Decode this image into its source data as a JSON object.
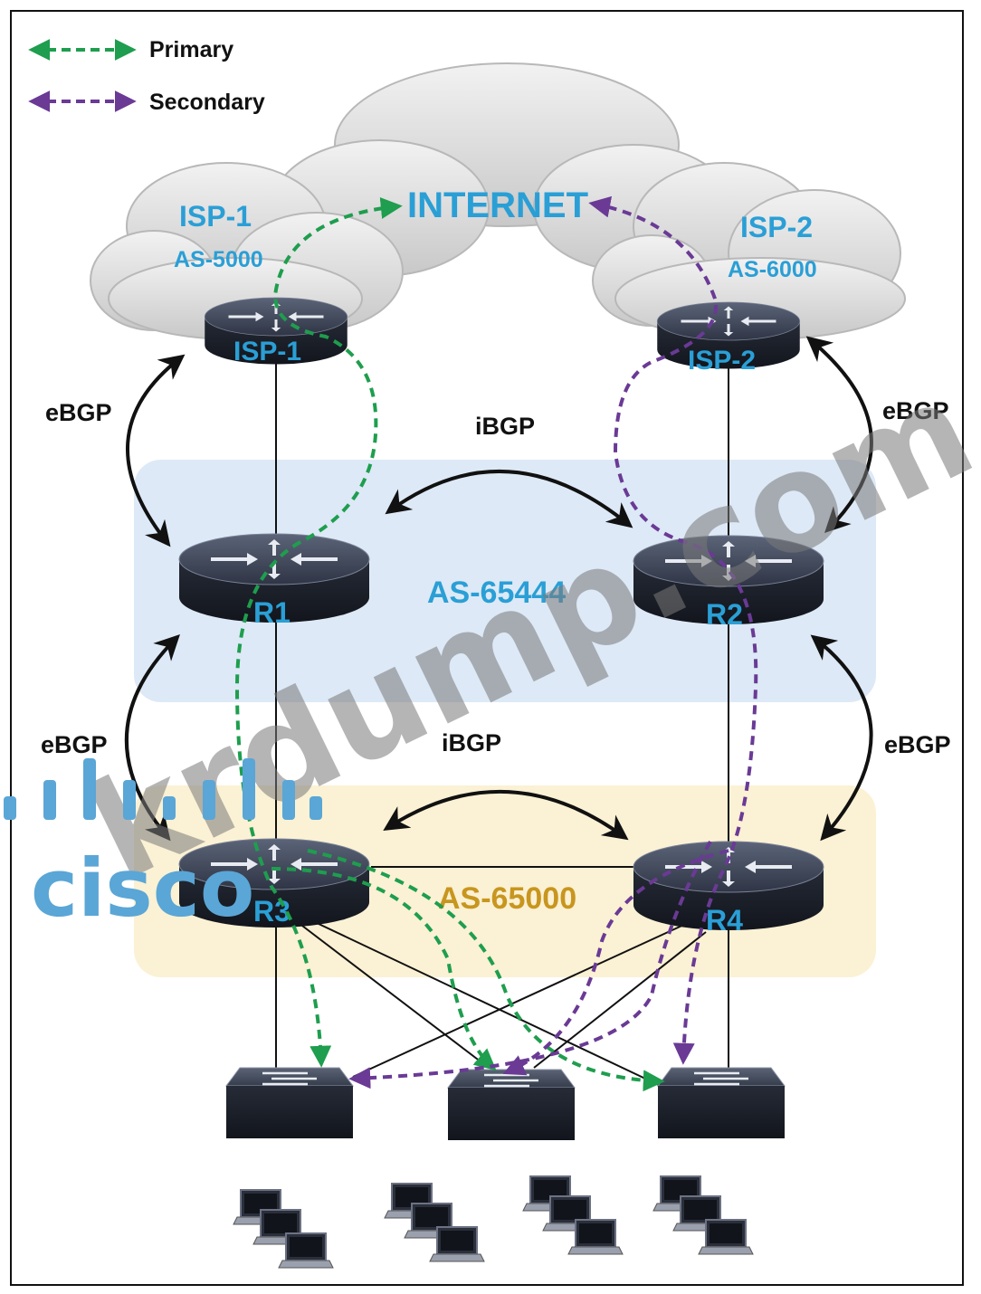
{
  "legend": {
    "primary_label": "Primary",
    "secondary_label": "Secondary"
  },
  "colors": {
    "primary": "#1e9e4e",
    "secondary": "#6a3a95",
    "as65444_fill": "#d9e7f5",
    "as65000_fill": "#fbf0cf",
    "label_blue": "#2a9fd6",
    "label_gold": "#c8961e",
    "router_body": "#2b3140"
  },
  "clouds": {
    "internet_label": "INTERNET",
    "isp1_name": "ISP-1",
    "isp1_as": "AS-5000",
    "isp2_name": "ISP-2",
    "isp2_as": "AS-6000"
  },
  "routers": {
    "isp1": "ISP-1",
    "isp2": "ISP-2",
    "r1": "R1",
    "r2": "R2",
    "r3": "R3",
    "r4": "R4"
  },
  "zones": {
    "as65444": "AS-65444",
    "as65000": "AS-65000"
  },
  "sessions": {
    "ebgp_isp1_r1": "eBGP",
    "ebgp_isp2_r2": "eBGP",
    "ebgp_r1_r3": "eBGP",
    "ebgp_r2_r4": "eBGP",
    "ibgp_r1_r2": "iBGP",
    "ibgp_r3_r4": "iBGP"
  },
  "watermark": {
    "site_text": "krdump.com",
    "brand_text": "cisco"
  },
  "devices": {
    "switch_icon": "switch-icon",
    "pc_icon": "laptop-icon"
  }
}
